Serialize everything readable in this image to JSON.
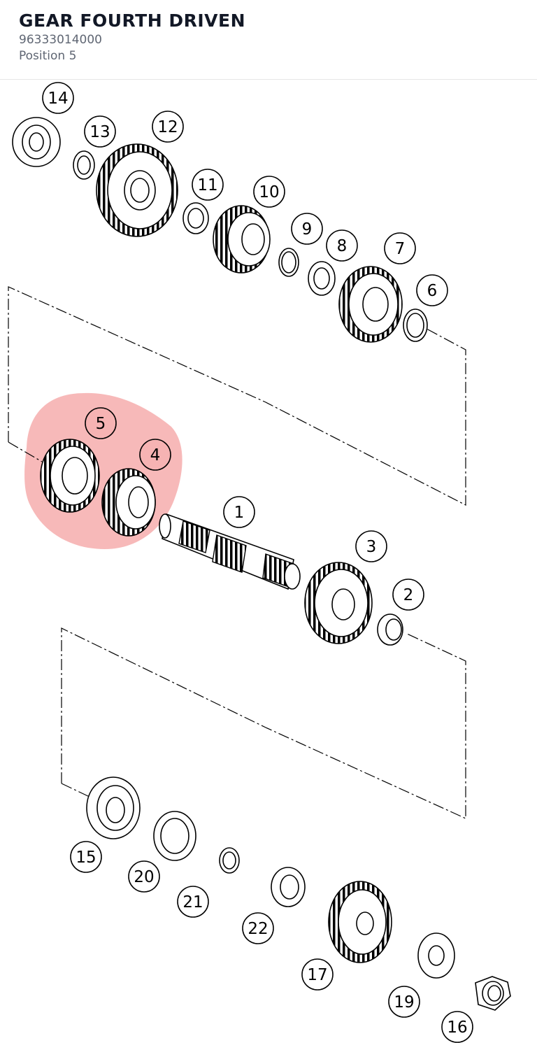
{
  "header": {
    "title": "GEAR FOURTH DRIVEN",
    "part_number": "96333014000",
    "position": "Position 5"
  },
  "colors": {
    "highlight": "#f08080",
    "highlight_opacity": "0.55",
    "ink": "#000000"
  },
  "callouts": [
    "1",
    "2",
    "3",
    "4",
    "5",
    "6",
    "7",
    "8",
    "9",
    "10",
    "11",
    "12",
    "13",
    "14",
    "15",
    "16",
    "17",
    "19",
    "20",
    "21",
    "22"
  ],
  "highlighted": [
    "4",
    "5"
  ]
}
